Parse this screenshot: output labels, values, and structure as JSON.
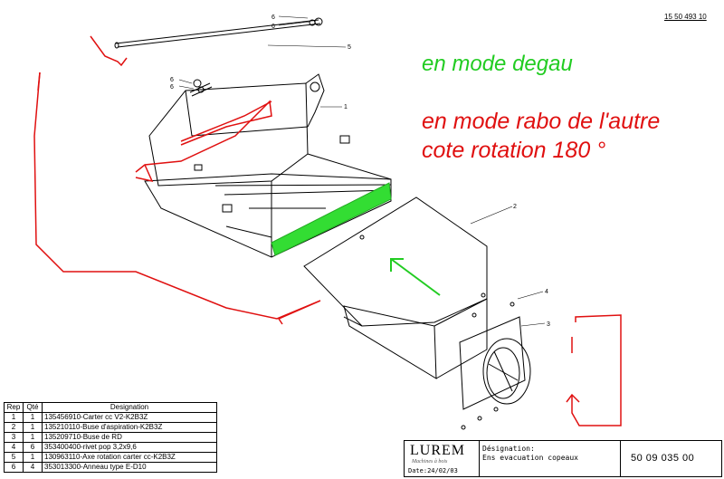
{
  "document_number": "15 50 493 10",
  "annotations": {
    "degau_mode": "en mode degau",
    "rabo_mode_line1": "en mode rabo de l'autre",
    "rabo_mode_line2": "cote rotation 180 °"
  },
  "callouts": [
    "6",
    "6",
    "5",
    "6",
    "6",
    "1",
    "2",
    "4",
    "3"
  ],
  "bom": {
    "headers": [
      "Rep",
      "Qté",
      "Designation"
    ],
    "rows": [
      [
        "1",
        "1",
        "135456910-Carter cc V2-K2B3Z"
      ],
      [
        "2",
        "1",
        "135210110-Buse d'aspiration-K2B3Z"
      ],
      [
        "3",
        "1",
        "135209710-Buse de RD"
      ],
      [
        "4",
        "6",
        "353400400-rivet pop 3,2x9,6"
      ],
      [
        "5",
        "1",
        "130963110-Axe rotation carter cc-K2B3Z"
      ],
      [
        "6",
        "4",
        "353013300-Anneau type E-D10"
      ]
    ]
  },
  "title_block": {
    "company": "LUREM",
    "company_tagline": "Machines à bois",
    "date": "Date:24/02/03",
    "designation_label": "Désignation:",
    "designation_value": "Ens evacuation copeaux",
    "part_number": "50 09 035 00"
  },
  "colors": {
    "annotation_green": "#22cc22",
    "annotation_red": "#e01010",
    "line": "#000000"
  }
}
